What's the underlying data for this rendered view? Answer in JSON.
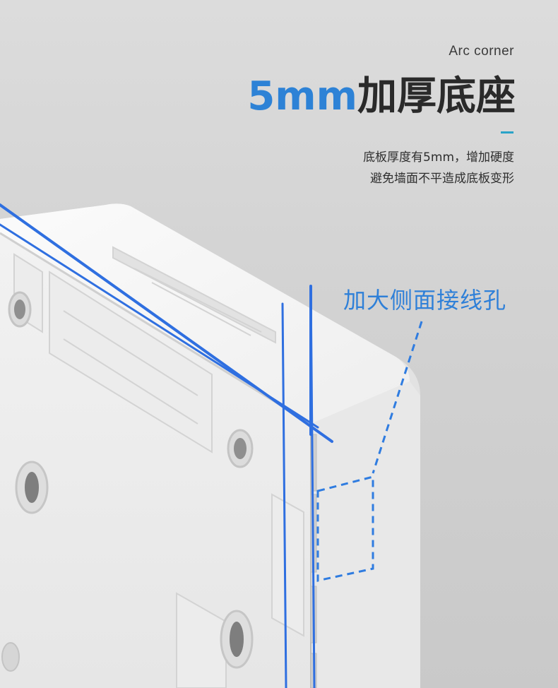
{
  "header": {
    "subtitle": "Arc corner",
    "title_highlight": "5mm",
    "title_rest": "加厚底座"
  },
  "description": {
    "line1": "底板厚度有5mm，增加硬度",
    "line2": "避免墙面不平造成底板变形"
  },
  "callout": {
    "label": "加大侧面接线孔"
  },
  "colors": {
    "accent_blue": "#2d82d6",
    "dark_text": "#2a2a2a",
    "accent_bar": "#2aa3c8",
    "background": "#d4d4d4"
  },
  "icons": [
    "product-photo",
    "measurement-guide-lines",
    "dashed-callout-outline"
  ]
}
